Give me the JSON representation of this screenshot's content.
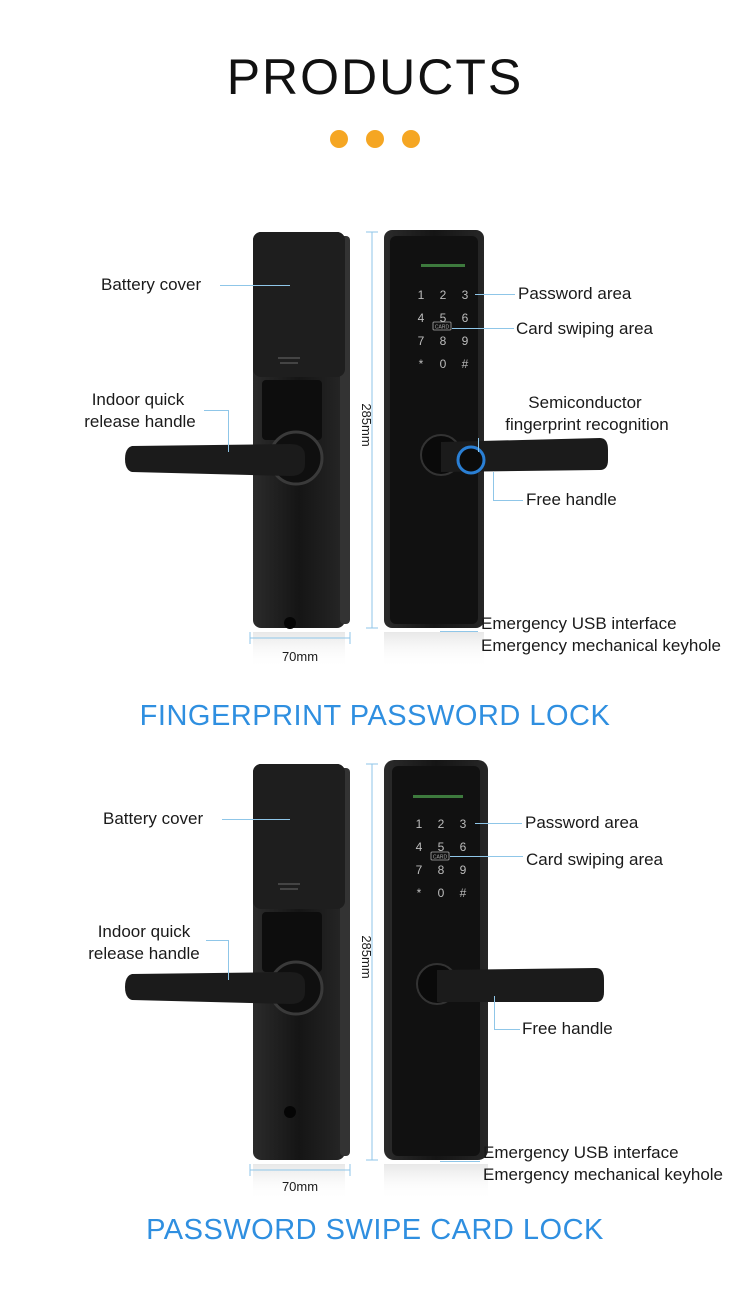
{
  "header": {
    "title": "PRODUCTS"
  },
  "sections": [
    {
      "caption": "FINGERPRINT PASSWORD LOCK",
      "labels": {
        "battery_cover": "Battery cover",
        "indoor_handle_1": "Indoor quick",
        "indoor_handle_2": "release handle",
        "password_area": "Password area",
        "card_area": "Card swiping area",
        "fingerprint_1": "Semiconductor",
        "fingerprint_2": "fingerprint recognition",
        "free_handle": "Free handle",
        "usb": "Emergency USB interface",
        "keyhole": "Emergency mechanical keyhole",
        "width_dim": "70mm",
        "height_dim": "285mm",
        "card_tag": "CARD"
      },
      "keypad": [
        "1",
        "2",
        "3",
        "4",
        "5",
        "6",
        "7",
        "8",
        "9",
        "*",
        "0",
        "#"
      ]
    },
    {
      "caption": "PASSWORD SWIPE CARD LOCK",
      "labels": {
        "battery_cover": "Battery cover",
        "indoor_handle_1": "Indoor quick",
        "indoor_handle_2": "release handle",
        "password_area": "Password area",
        "card_area": "Card swiping area",
        "free_handle": "Free handle",
        "usb": "Emergency USB interface",
        "keyhole": "Emergency mechanical keyhole",
        "width_dim": "70mm",
        "height_dim": "285mm",
        "card_tag": "CARD"
      },
      "keypad": [
        "1",
        "2",
        "3",
        "4",
        "5",
        "6",
        "7",
        "8",
        "9",
        "*",
        "0",
        "#"
      ]
    }
  ],
  "colors": {
    "accent_dot": "#f5a623",
    "caption": "#2f8fe0",
    "leader": "#8fc6e8",
    "lock_body": "#141414",
    "fingerprint_ring": "#2a7fd4"
  }
}
